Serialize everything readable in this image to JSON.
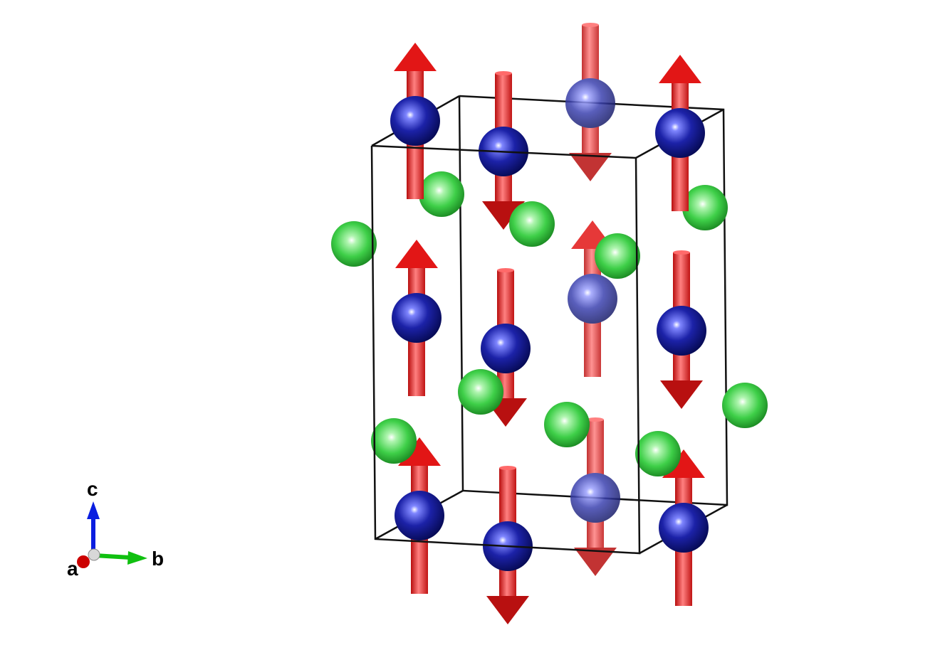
{
  "axes": {
    "a_label": "a",
    "b_label": "b",
    "c_label": "c"
  },
  "colors": {
    "magnetic_atom": "#1a1f9a",
    "anion_atom": "#3fd14a",
    "spin_arrow": "#e02020",
    "cell_edges": "#000000",
    "axis_a": "#cc0000",
    "axis_b": "#10c010",
    "axis_c": "#0a1ee0"
  },
  "spins": [
    "up",
    "down",
    "down",
    "up",
    "down",
    "up",
    "up",
    "down",
    "up",
    "down",
    "down",
    "up"
  ]
}
